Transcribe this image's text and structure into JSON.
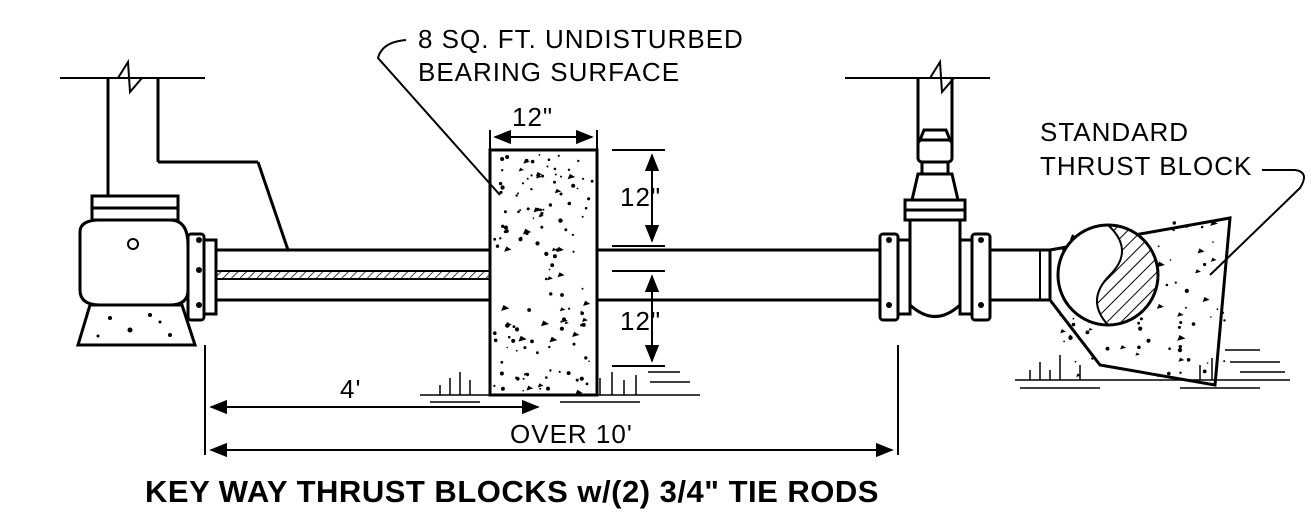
{
  "labels": {
    "bearing_line1": "8 SQ. FT. UNDISTURBED",
    "bearing_line2": "BEARING SURFACE",
    "width_dim": "12\"",
    "upper_height_dim": "12\"",
    "lower_height_dim": "12\"",
    "key_length_dim": "4'",
    "overall_dim": "OVER 10'",
    "thrust_line1": "STANDARD",
    "thrust_line2": "THRUST BLOCK"
  },
  "title": "KEY WAY THRUST BLOCKS w/(2) 3/4\" TIE RODS"
}
